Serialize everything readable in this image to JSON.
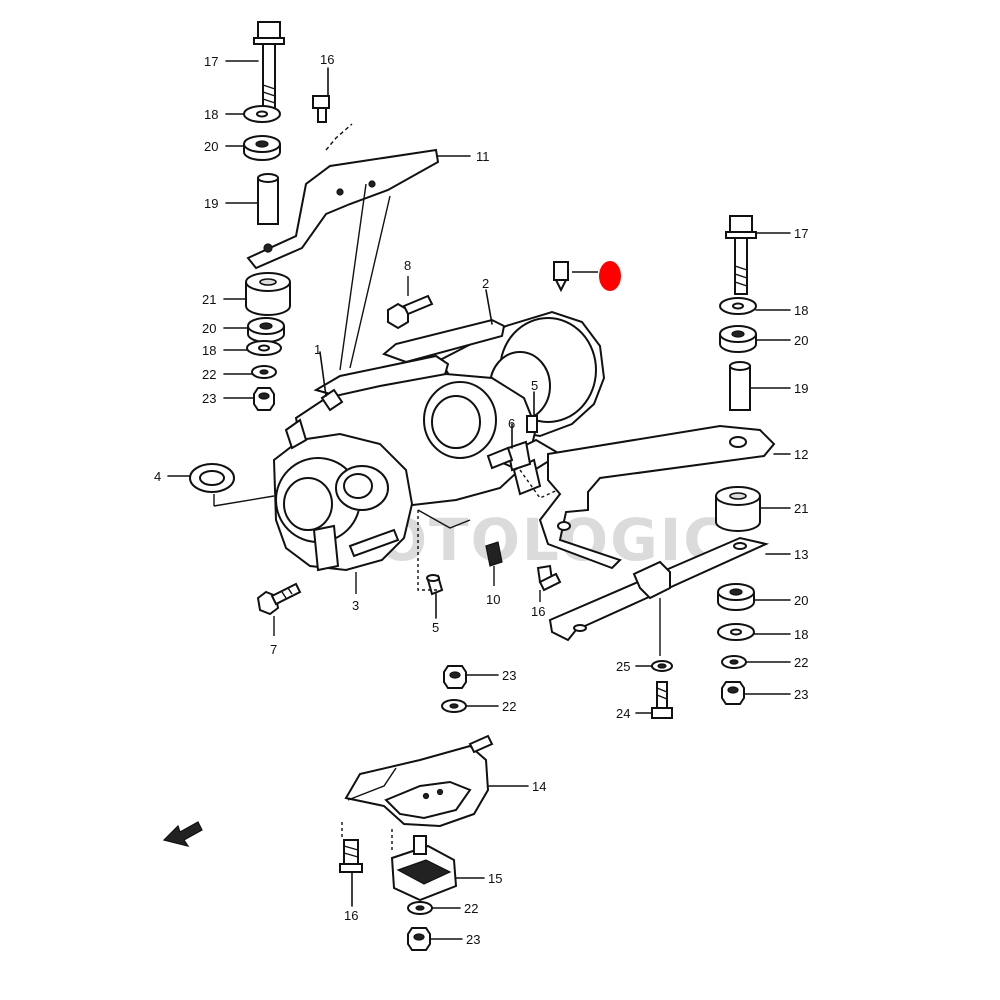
{
  "watermark": "MOTOLOGIC",
  "accent_color": "#ff0000",
  "callouts": {
    "c17a": "17",
    "c16a": "16",
    "c18a": "18",
    "c20a": "20",
    "c11": "11",
    "c19a": "19",
    "c21a": "21",
    "c20b": "20",
    "c18b": "18",
    "c22a": "22",
    "c23a": "23",
    "c8": "8",
    "c2": "2",
    "c1": "1",
    "c5a": "5",
    "c6": "6",
    "c4": "4",
    "c17b": "17",
    "c18c": "18",
    "c20c": "20",
    "c19b": "19",
    "c12": "12",
    "c21b": "21",
    "c13": "13",
    "c20d": "20",
    "c18d": "18",
    "c22b": "22",
    "c23b": "23",
    "c25": "25",
    "c24": "24",
    "c7": "7",
    "c3": "3",
    "c5b": "5",
    "c10": "10",
    "c16b": "16",
    "c23c": "23",
    "c22c": "22",
    "c14": "14",
    "c15": "15",
    "c16c": "16",
    "c22d": "22",
    "c23d": "23"
  }
}
